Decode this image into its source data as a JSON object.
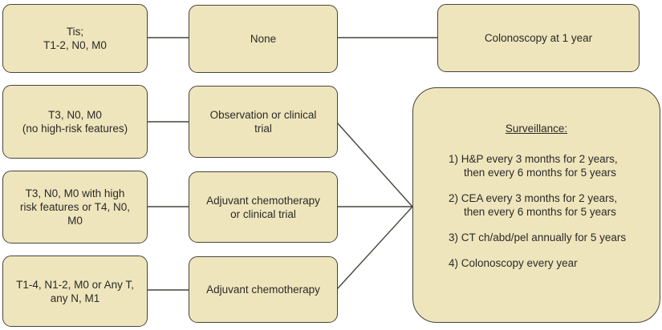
{
  "palette": {
    "box_fill": "#efe5bd",
    "box_border": "#45443c",
    "line_color": "#45443c",
    "text_color": "#2a2a26",
    "background": "#ffffff"
  },
  "stages": [
    {
      "lines": [
        "Tis;",
        "T1-2, N0, M0"
      ]
    },
    {
      "lines": [
        "T3, N0, M0",
        "(no high-risk features)"
      ]
    },
    {
      "lines": [
        "T3, N0, M0 with high",
        "risk features or T4, N0,",
        "M0"
      ]
    },
    {
      "lines": [
        "T1-4, N1-2, M0 or Any T,",
        "any N, M1"
      ]
    }
  ],
  "treatments": [
    {
      "lines": [
        "None"
      ]
    },
    {
      "lines": [
        "Observation or clinical",
        "trial"
      ]
    },
    {
      "lines": [
        "Adjuvant chemotherapy",
        "or clinical trial"
      ]
    },
    {
      "lines": [
        "Adjuvant chemotherapy"
      ]
    }
  ],
  "followup": {
    "label": "Colonoscopy at 1 year"
  },
  "surveillance": {
    "title": "Surveillance:",
    "items": [
      {
        "lines": [
          "1) H&P every 3 months for 2 years,",
          "then every 6 months for 5 years"
        ]
      },
      {
        "lines": [
          "2) CEA every 3 months for 2 years,",
          "then every 6 months for 5 years"
        ]
      },
      {
        "lines": [
          "3) CT ch/abd/pel annually for 5 years"
        ]
      },
      {
        "lines": [
          "4) Colonoscopy every year"
        ]
      }
    ]
  }
}
